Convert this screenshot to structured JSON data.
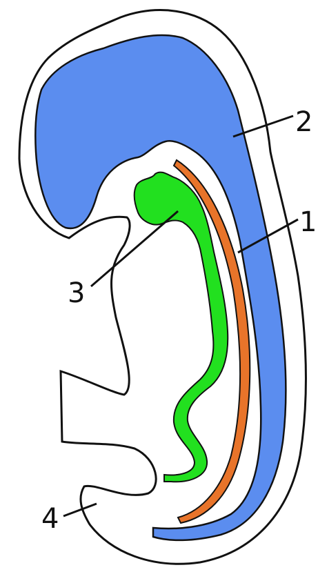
{
  "diagram": {
    "labels": [
      {
        "id": "1",
        "text": "1"
      },
      {
        "id": "2",
        "text": "2"
      },
      {
        "id": "3",
        "text": "3"
      },
      {
        "id": "4",
        "text": "4"
      }
    ],
    "colors": {
      "neural_tube": "#5b8def",
      "notochord": "#e8742a",
      "gut": "#22e01f",
      "outline": "#111111",
      "background": "#ffffff"
    }
  }
}
